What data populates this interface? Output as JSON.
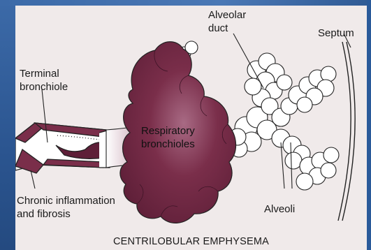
{
  "diagram": {
    "labels": {
      "alveolar_duct": "Alveolar\nduct",
      "septum": "Septum",
      "terminal_bronchiole": "Terminal\nbronchiole",
      "respiratory_bronchioles": "Respiratory\nbronchioles",
      "chronic_inflammation": "Chronic inflammation\nand fibrosis",
      "alveoli": "Alveoli"
    },
    "caption": "CENTRILOBULAR EMPHYSEMA",
    "colors": {
      "background": "#f0eaea",
      "emphysema_fill": "#7a2e4a",
      "emphysema_dark": "#5e1f38",
      "emphysema_light": "#c79aad",
      "alveoli_fill": "#ffffff",
      "outline": "#222222",
      "frame_blue": "#2f5a94"
    }
  }
}
